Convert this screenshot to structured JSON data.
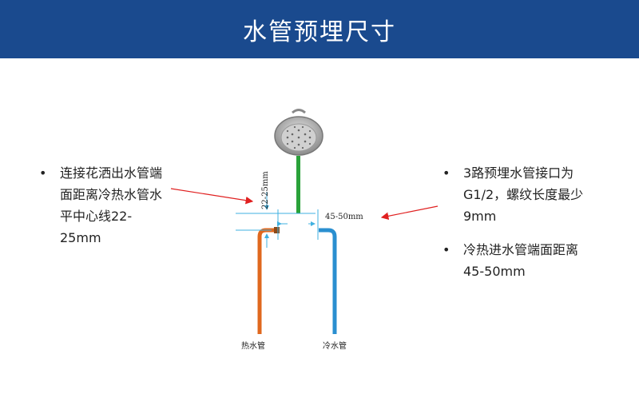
{
  "header": {
    "title": "水管预埋尺寸"
  },
  "notes": {
    "left": {
      "bullet": "•",
      "text": "连接花洒出水管端面距离冷热水管水平中心线22-25mm"
    },
    "right_1": {
      "bullet": "•",
      "text": "3路预埋水管接口为G1/2，螺纹长度最少9mm"
    },
    "right_2": {
      "bullet": "•",
      "text": "冷热进水管端面距离45-50mm"
    }
  },
  "diagram": {
    "vertical_dimension": "22-25mm",
    "horizontal_dimension": "45-50mm",
    "hot_pipe_label": "热水管",
    "cold_pipe_label": "冷水管",
    "colors": {
      "hot_pipe": "#e0681e",
      "cold_pipe": "#2a8fd0",
      "shower_pipe": "#2aa23a",
      "dimension_lines": "#3fb0e0",
      "arrows": "#e02020"
    }
  }
}
